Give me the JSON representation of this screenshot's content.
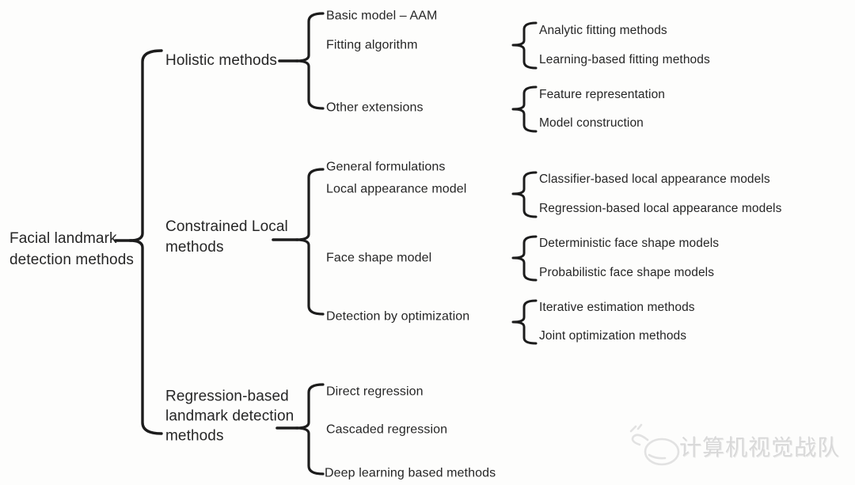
{
  "page": {
    "background": "#fdfdfc",
    "text_color": "#262626",
    "line_color": "#1c1c1c",
    "watermark_color": "#d9d9d9"
  },
  "tree": {
    "root": {
      "label": "Facial landmark detection methods"
    },
    "level1": [
      {
        "id": "holistic",
        "label": "Holistic methods"
      },
      {
        "id": "constrained-local",
        "label": "Constrained Local methods"
      },
      {
        "id": "regression-based",
        "label": "Regression-based landmark detection methods"
      }
    ],
    "level2": [
      {
        "id": "basic-model-aam",
        "label": "Basic model – AAM"
      },
      {
        "id": "fitting-algorithm",
        "label": "Fitting algorithm"
      },
      {
        "id": "other-extensions",
        "label": "Other extensions"
      },
      {
        "id": "general-formulations",
        "label": "General formulations"
      },
      {
        "id": "local-appearance-model",
        "label": "Local appearance model"
      },
      {
        "id": "face-shape-model",
        "label": "Face shape model"
      },
      {
        "id": "detection-by-optimization",
        "label": "Detection by optimization"
      },
      {
        "id": "direct-regression",
        "label": "Direct regression"
      },
      {
        "id": "cascaded-regression",
        "label": "Cascaded regression"
      },
      {
        "id": "deep-learning-based-methods",
        "label": "Deep learning based methods"
      }
    ],
    "level3": [
      {
        "id": "analytic-fitting",
        "label": "Analytic fitting methods"
      },
      {
        "id": "learning-based-fitting",
        "label": "Learning-based fitting methods"
      },
      {
        "id": "feature-representation",
        "label": "Feature representation"
      },
      {
        "id": "model-construction",
        "label": "Model construction"
      },
      {
        "id": "classifier-based-lam",
        "label": "Classifier-based local appearance models"
      },
      {
        "id": "regression-based-lam",
        "label": "Regression-based local appearance models"
      },
      {
        "id": "deterministic-fsm",
        "label": "Deterministic face shape models"
      },
      {
        "id": "probabilistic-fsm",
        "label": "Probabilistic face shape models"
      },
      {
        "id": "iterative-estimation",
        "label": "Iterative estimation methods"
      },
      {
        "id": "joint-optimization",
        "label": "Joint optimization methods"
      }
    ]
  },
  "watermark": {
    "label": "计算机视觉战队"
  }
}
